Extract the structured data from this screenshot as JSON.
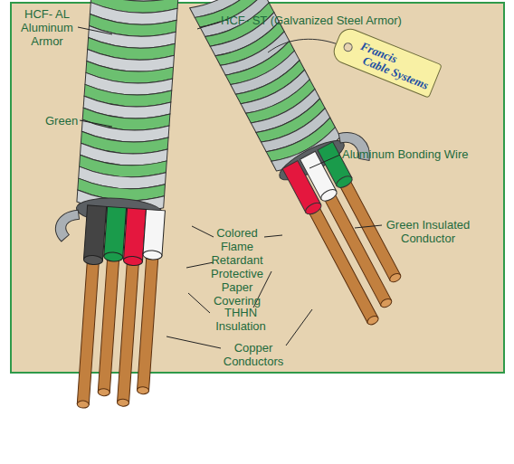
{
  "diagram": {
    "nodes": [
      {
        "text": [
          "Francis",
          "Cable Systems"
        ]
      }
    ],
    "labels": [
      "HCF- AL Aluminum Armor",
      "HCF- ST (Galvanized Steel Armor)",
      "Green",
      "Aluminum Bonding Wire",
      "Green Insulated Conductor",
      "Colored Flame Retardant Protective Paper Covering",
      "THHN Insulation",
      "Copper Conductors"
    ]
  }
}
